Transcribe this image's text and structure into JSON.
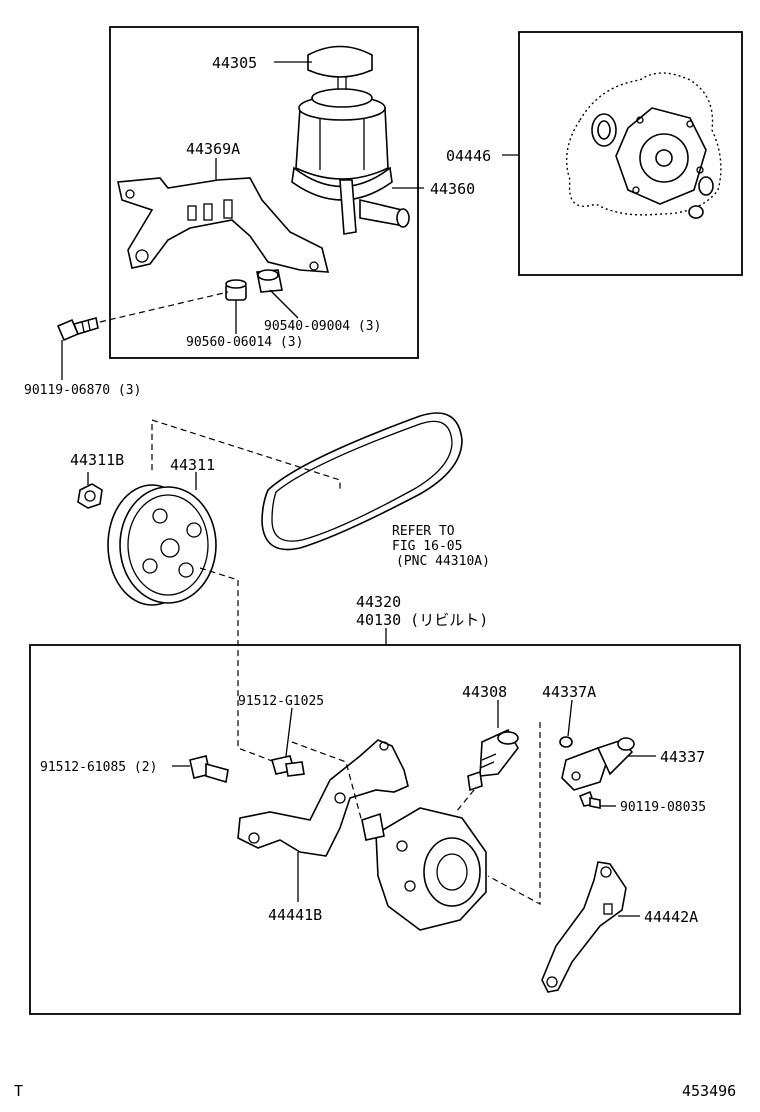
{
  "labels": {
    "p44305": "44305",
    "p44369A": "44369A",
    "p44360": "44360",
    "p04446": "04446",
    "p90540": "90540-09004 (3)",
    "p90560": "90560-06014 (3)",
    "p90119a": "90119-06870 (3)",
    "p44311B": "44311B",
    "p44311": "44311",
    "refer1": "REFER TO",
    "refer2": "FIG 16-05",
    "refer3": "(PNC 44310A)",
    "p44320": "44320",
    "p40130": "40130 (リビルト)",
    "p91512g": "91512-G1025",
    "p44308": "44308",
    "p44337A": "44337A",
    "p91512b": "91512-61085 (2)",
    "p44337": "44337",
    "p90119b": "90119-08035",
    "p44441B": "44441B",
    "p44442A": "44442A",
    "corner_t": "T",
    "figure_id": "453496"
  }
}
